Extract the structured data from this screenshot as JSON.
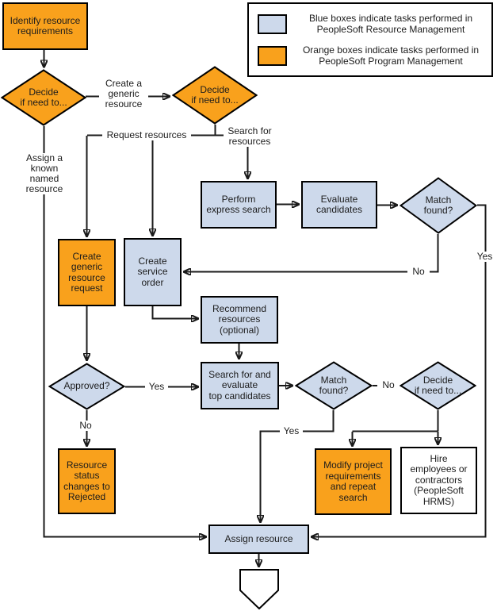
{
  "colors": {
    "orange": "#F9A11C",
    "blue": "#CDD9EB",
    "line": "#1A1A1A",
    "white": "#FFFFFF"
  },
  "legend": {
    "items": [
      {
        "swatch_color": "blue",
        "label": "Blue boxes indicate tasks performed in\nPeopleSoft Resource Management"
      },
      {
        "swatch_color": "orange",
        "label": "Orange boxes indicate tasks performed in\nPeopleSoft Program Management"
      }
    ]
  },
  "nodes": {
    "identify": {
      "label": "Identify resource\nrequirements",
      "shape": "rect",
      "color": "orange"
    },
    "decide1": {
      "label": "Decide\nif need to...",
      "shape": "diamond",
      "color": "orange"
    },
    "decide2": {
      "label": "Decide\nif need to...",
      "shape": "diamond",
      "color": "orange"
    },
    "perform_express_search": {
      "label": "Perform\nexpress search",
      "shape": "rect",
      "color": "blue"
    },
    "evaluate_candidates": {
      "label": "Evaluate\ncandidates",
      "shape": "rect",
      "color": "blue"
    },
    "match_found_1": {
      "label": "Match\nfound?",
      "shape": "diamond",
      "color": "blue"
    },
    "create_generic_request": {
      "label": "Create\ngeneric\nresource\nrequest",
      "shape": "rect",
      "color": "orange"
    },
    "create_service_order": {
      "label": "Create\nservice\norder",
      "shape": "rect",
      "color": "blue"
    },
    "recommend_resources": {
      "label": "Recommend\nresources\n(optional)",
      "shape": "rect",
      "color": "blue"
    },
    "approved": {
      "label": "Approved?",
      "shape": "diamond",
      "color": "blue"
    },
    "search_evaluate_top": {
      "label": "Search for and\nevaluate\ntop candidates",
      "shape": "rect",
      "color": "blue"
    },
    "match_found_2": {
      "label": "Match\nfound?",
      "shape": "diamond",
      "color": "blue"
    },
    "decide3": {
      "label": "Decide\nif need to...",
      "shape": "diamond",
      "color": "blue"
    },
    "resource_rejected": {
      "label": "Resource\nstatus\nchanges to\nRejected",
      "shape": "rect",
      "color": "orange"
    },
    "modify_project": {
      "label": "Modify project\nrequirements\nand repeat\nsearch",
      "shape": "rect",
      "color": "orange"
    },
    "hire_employees": {
      "label": "Hire\nemployees or\ncontractors\n(PeopleSoft\nHRMS)",
      "shape": "rect",
      "color": "white"
    },
    "assign_resource": {
      "label": "Assign resource",
      "shape": "rect",
      "color": "blue"
    }
  },
  "edge_labels": {
    "create_generic_resource": "Create a\ngeneric\nresource",
    "assign_known": "Assign a\nknown\nnamed\nresource",
    "request_resources": "Request resources",
    "search_for_resources": "Search for\nresources",
    "yes_match1": "Yes",
    "no_match1": "No",
    "yes_approved": "Yes",
    "no_approved": "No",
    "no_match2": "No",
    "yes_match2": "Yes"
  }
}
